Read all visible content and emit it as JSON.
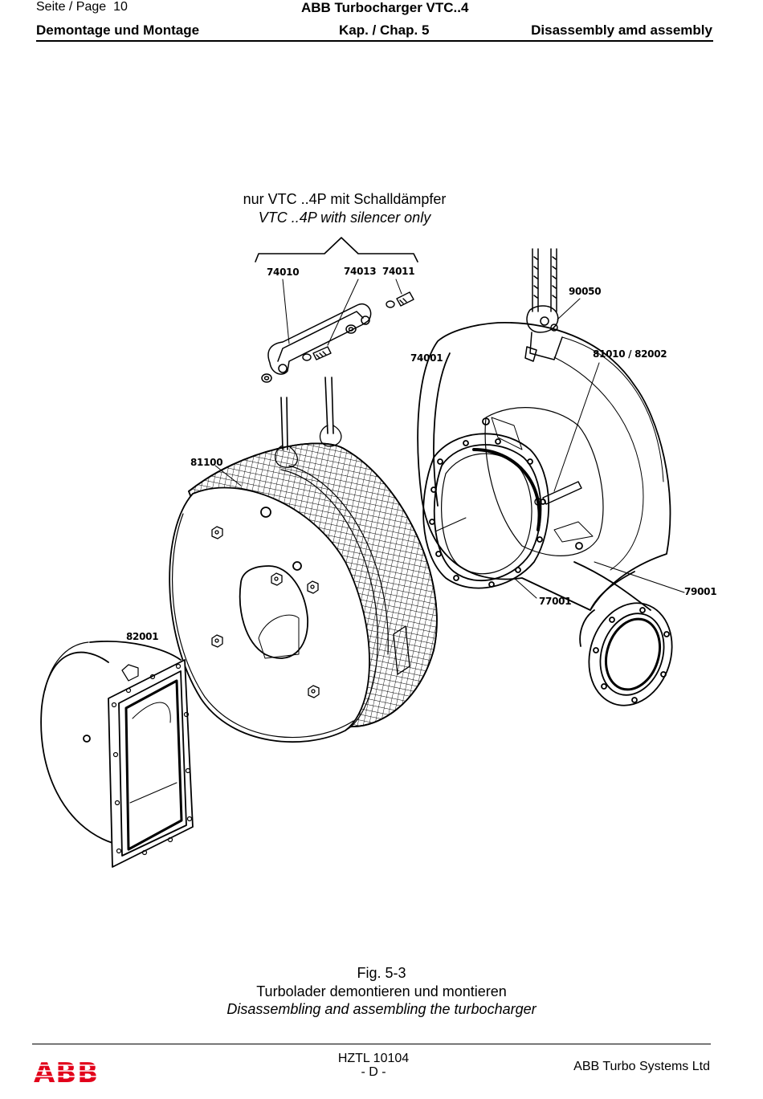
{
  "header": {
    "page_label": "Seite / Page",
    "page_number": "10",
    "product": "ABB Turbocharger VTC..4",
    "section_de": "Demontage und Montage",
    "chapter": "Kap. / Chap. 5",
    "section_en": "Disassembly amd assembly"
  },
  "figure": {
    "note_de": "nur VTC ..4P mit Schalldämpfer",
    "note_en": "VTC ..4P with silencer only",
    "callouts": {
      "c74010": "74010",
      "c74013": "74013",
      "c74011": "74011",
      "c90050": "90050",
      "c74001": "74001",
      "c81010": "81010 / 82002",
      "c81100": "81100",
      "c82001": "82001",
      "c77001": "77001",
      "c79001": "79001"
    },
    "caption_number": "Fig. 5-3",
    "caption_de": "Turbolader demontieren und montieren",
    "caption_en": "Disassembling and assembling the turbocharger"
  },
  "footer": {
    "logo_text": "ABB",
    "logo_color": "#e2001a",
    "doc_number": "HZTL 10104",
    "language": "- D -",
    "company": "ABB Turbo Systems Ltd"
  }
}
